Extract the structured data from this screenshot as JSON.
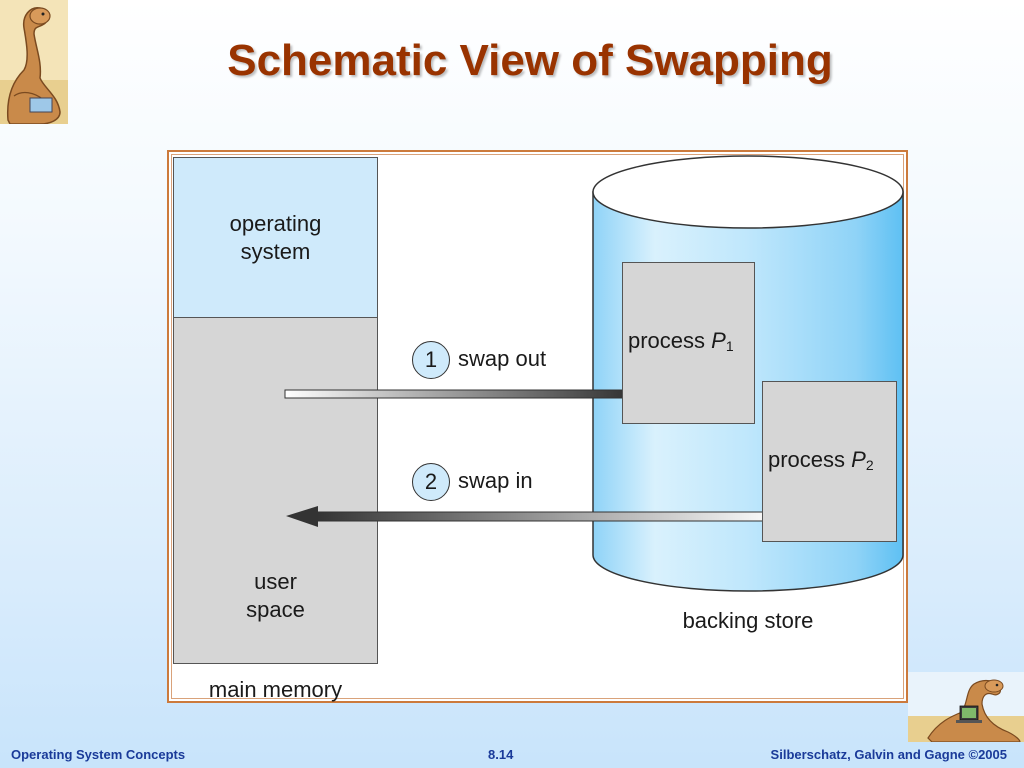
{
  "slide": {
    "title": "Schematic View of Swapping"
  },
  "diagram": {
    "main_memory": {
      "os_label": "operating\nsystem",
      "user_label": "user\nspace",
      "caption": "main memory"
    },
    "backing_store": {
      "caption": "backing store",
      "process1": {
        "name": "process",
        "var": "P",
        "sub": "1"
      },
      "process2": {
        "name": "process",
        "var": "P",
        "sub": "2"
      }
    },
    "steps": [
      {
        "number": "1",
        "label": "swap out"
      },
      {
        "number": "2",
        "label": "swap in"
      }
    ]
  },
  "footer": {
    "left": "Operating System Concepts",
    "center": "8.14",
    "right": "Silberschatz, Galvin and Gagne ©2005"
  },
  "colors": {
    "title": "#993300",
    "os_region": "#cfeafb",
    "process_fill": "#d6d6d6",
    "cylinder": "#aee0fb",
    "frame_border": "#cc7a3c",
    "footer_text": "#1a3a99"
  },
  "icons": {
    "top_left_logo": "dinosaur-logo-icon",
    "bottom_right_logo": "dinosaur-laptop-icon"
  }
}
